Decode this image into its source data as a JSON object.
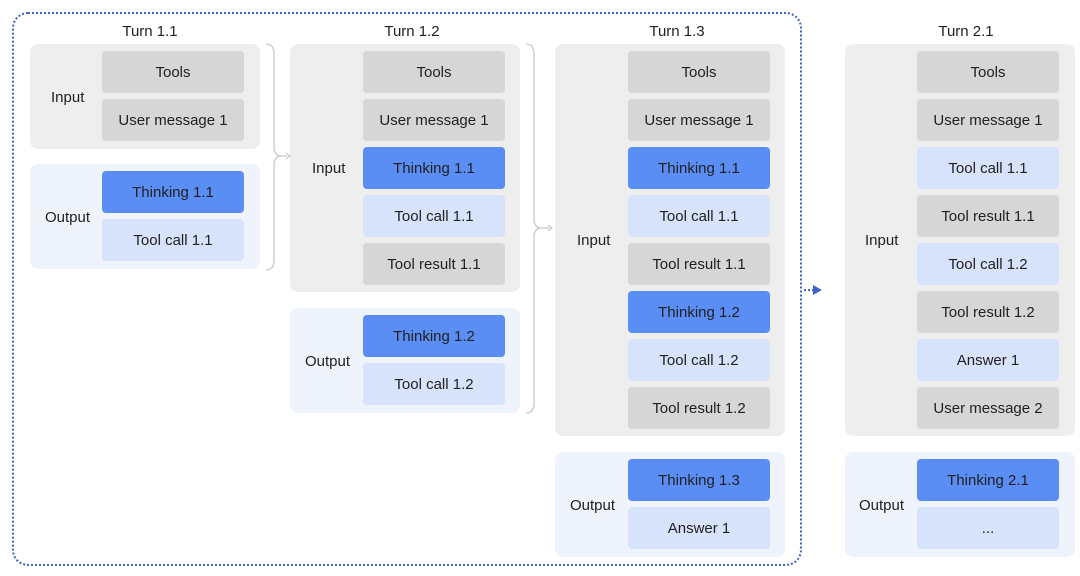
{
  "colors": {
    "frame_border": "#3f63c9",
    "input_panel": "#eeeeee",
    "output_panel": "#eef3fc",
    "gray_pill": "#d6d6d6",
    "thinking_pill": "#5b8ef4",
    "tool_pill": "#d6e3fb",
    "arrow": "#3f63c9"
  },
  "labels": {
    "input": "Input",
    "output": "Output"
  },
  "turns": [
    {
      "title": "Turn 1.1",
      "input": [
        "Tools",
        "User message 1"
      ],
      "output": [
        "Thinking 1.1",
        "Tool call 1.1"
      ]
    },
    {
      "title": "Turn 1.2",
      "input": [
        "Tools",
        "User message 1",
        "Thinking 1.1",
        "Tool call 1.1",
        "Tool result 1.1"
      ],
      "output": [
        "Thinking 1.2",
        "Tool call 1.2"
      ]
    },
    {
      "title": "Turn 1.3",
      "input": [
        "Tools",
        "User message 1",
        "Thinking 1.1",
        "Tool call 1.1",
        "Tool result 1.1",
        "Thinking 1.2",
        "Tool call 1.2",
        "Tool result 1.2"
      ],
      "output": [
        "Thinking 1.3",
        "Answer 1"
      ]
    },
    {
      "title": "Turn 2.1",
      "input": [
        "Tools",
        "User message 1",
        "Tool call 1.1",
        "Tool result 1.1",
        "Tool call 1.2",
        "Tool result 1.2",
        "Answer 1",
        "User message 2"
      ],
      "output": [
        "Thinking 2.1",
        "..."
      ]
    }
  ]
}
